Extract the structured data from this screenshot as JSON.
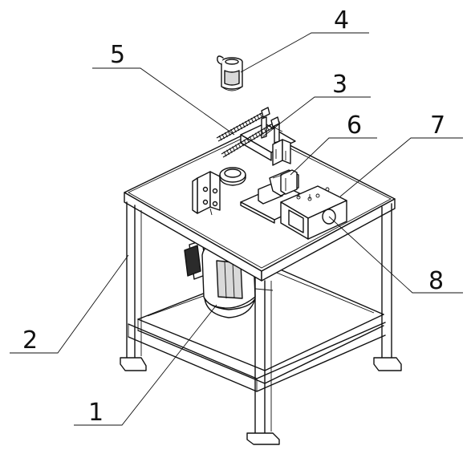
{
  "labels": [
    {
      "id": "1",
      "text": "1"
    },
    {
      "id": "2",
      "text": "2"
    },
    {
      "id": "3",
      "text": "3"
    },
    {
      "id": "4",
      "text": "4"
    },
    {
      "id": "5",
      "text": "5"
    },
    {
      "id": "6",
      "text": "6"
    },
    {
      "id": "7",
      "text": "7"
    },
    {
      "id": "8",
      "text": "8"
    }
  ],
  "colors": {
    "line": "#111111",
    "background": "#ffffff"
  }
}
